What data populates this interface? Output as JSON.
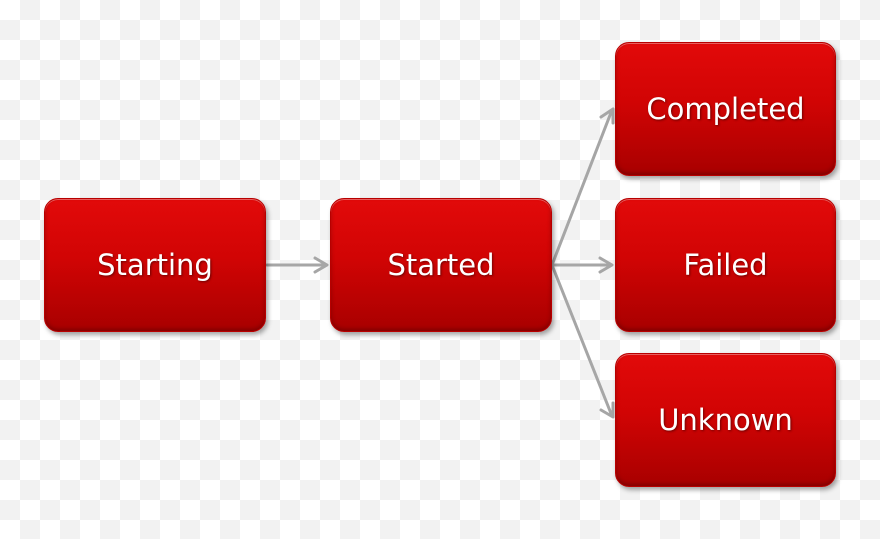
{
  "nodes": {
    "starting": "Starting",
    "started": "Started",
    "completed": "Completed",
    "failed": "Failed",
    "unknown": "Unknown"
  },
  "edges": [
    {
      "from": "starting",
      "to": "started"
    },
    {
      "from": "started",
      "to": "completed"
    },
    {
      "from": "started",
      "to": "failed"
    },
    {
      "from": "started",
      "to": "unknown"
    }
  ],
  "colors": {
    "node_fill": "#d10404",
    "node_text": "#ffffff",
    "connector": "#a6a6a6"
  }
}
